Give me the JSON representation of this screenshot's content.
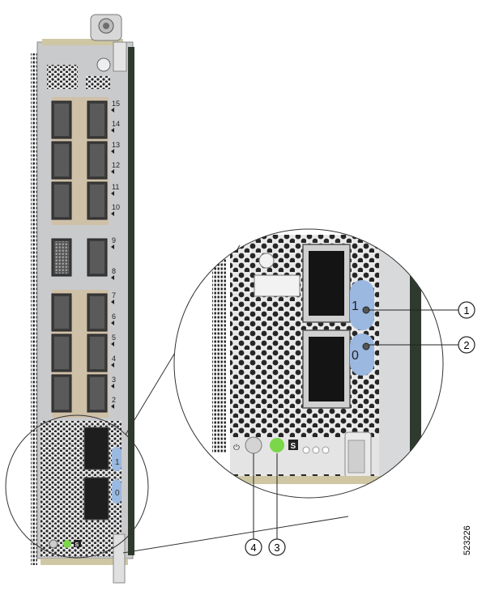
{
  "figure": {
    "figure_id": "523226",
    "callouts": [
      {
        "number": "1",
        "target": "port-1-led"
      },
      {
        "number": "2",
        "target": "port-0-led"
      },
      {
        "number": "3",
        "target": "status-led"
      },
      {
        "number": "4",
        "target": "beacon-button"
      }
    ],
    "port_labels": [
      "15",
      "14",
      "13",
      "12",
      "11",
      "10",
      "9",
      "8",
      "7",
      "6",
      "5",
      "4",
      "3",
      "2",
      "1",
      "0"
    ],
    "zoom_port_labels": [
      "1",
      "0"
    ],
    "status_led_label": "S",
    "colors": {
      "line_card_body": "#d9dadc",
      "port_cage": "#3b3b3b",
      "port_fill": "#1a1a1a",
      "port_highlight": "#9ab8e0",
      "status_led": "#7bd64a",
      "panel_edge": "#2f3a2f",
      "bottom_strip": "#cfc7a3"
    }
  }
}
